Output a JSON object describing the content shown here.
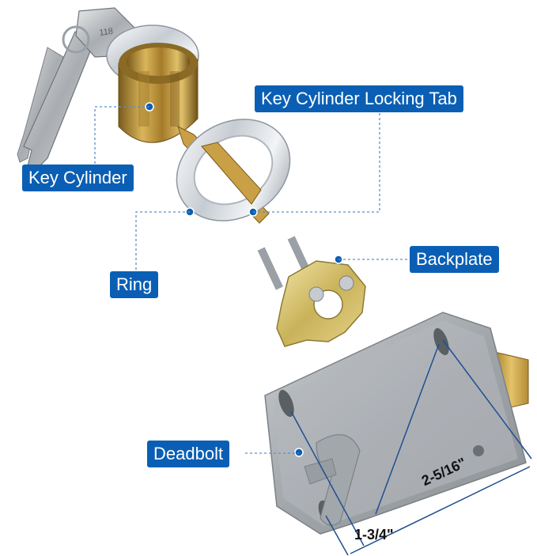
{
  "labels": {
    "key_cylinder": "Key Cylinder",
    "locking_tab": "Key Cylinder Locking Tab",
    "ring": "Ring",
    "backplate": "Backplate",
    "deadbolt": "Deadbolt"
  },
  "dimensions": {
    "width": "2-5/16\"",
    "height": "1-3/4\""
  },
  "key_stamp": "118",
  "colors": {
    "label_bg": "#0a5fb4",
    "label_text": "#ffffff",
    "leader_line": "#5a8fc9",
    "dimension_line": "#1f4f8f",
    "brass": "#b8912f",
    "chrome": "#d9dde2",
    "deadbolt_body": "#a7acb1"
  }
}
